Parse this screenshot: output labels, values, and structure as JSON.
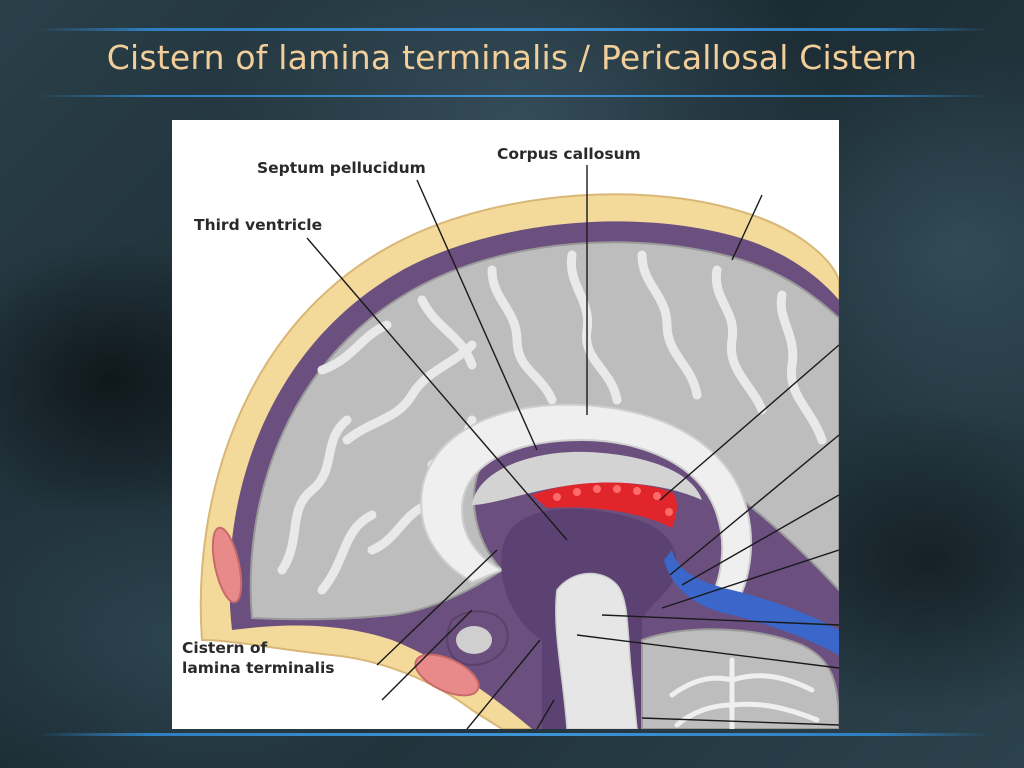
{
  "slide": {
    "title": "Cistern of lamina terminalis / Pericallosal Cistern"
  },
  "figure": {
    "labels": {
      "corpus_callosum": "Corpus callosum",
      "septum_pellucidum": "Septum pellucidum",
      "third_ventricle": "Third ventricle",
      "cistern_line1": "Cistern of",
      "cistern_line2": "lamina terminalis"
    }
  },
  "colors": {
    "accent_rule": "#3d95d8",
    "title_text": "#f2cf9a",
    "skull": "#f3d99a",
    "meninges": "#6b4f7e",
    "cortex": "#b9b9b9",
    "white_matter": "#e9e9e9",
    "choroid": "#e0262b",
    "vein": "#3a67c9"
  }
}
